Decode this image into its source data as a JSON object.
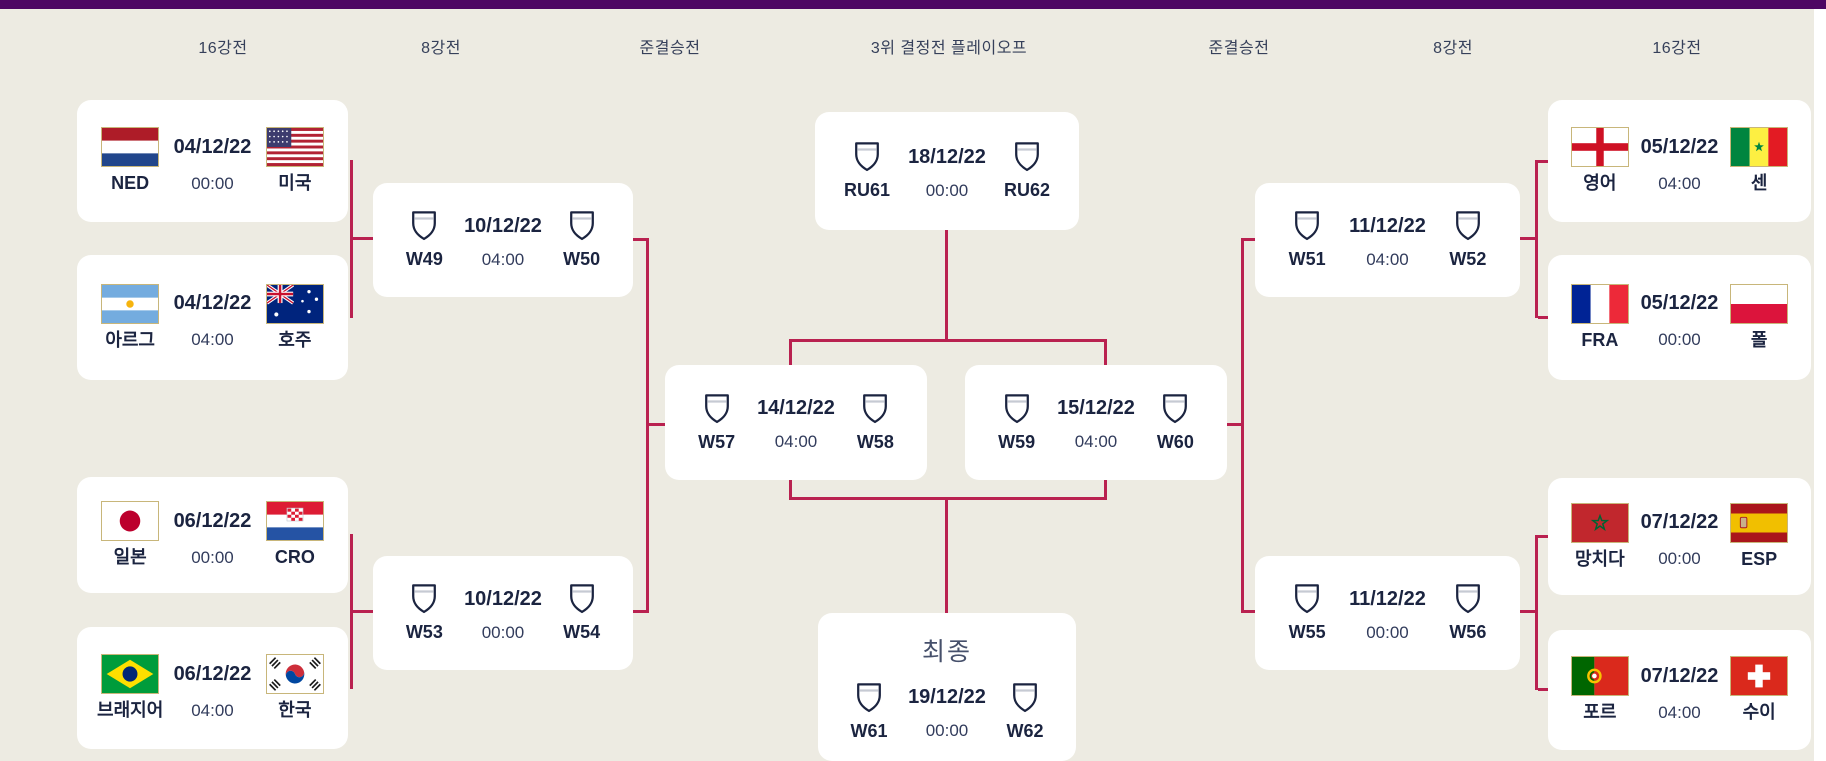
{
  "colors": {
    "bg": "#edebe2",
    "card": "#ffffff",
    "topbar": "#4e0663",
    "connector": "#b92150",
    "navy": "#1b2440",
    "navy_soft": "#323c5c",
    "gold": "#c8b67a",
    "final_title": "#46506b"
  },
  "rounds": [
    "16강전",
    "8강전",
    "준결승전",
    "3위 결정전 플레이오프",
    "준결승전",
    "8강전",
    "16강전"
  ],
  "matches": {
    "l16_1": {
      "date": "04/12/22",
      "time": "00:00",
      "home": {
        "label": "NED",
        "flag": "ned"
      },
      "away": {
        "label": "미국",
        "flag": "usa"
      }
    },
    "l16_2": {
      "date": "04/12/22",
      "time": "04:00",
      "home": {
        "label": "아르그",
        "flag": "arg"
      },
      "away": {
        "label": "호주",
        "flag": "aus"
      }
    },
    "l16_3": {
      "date": "06/12/22",
      "time": "00:00",
      "home": {
        "label": "일본",
        "flag": "jpn"
      },
      "away": {
        "label": "CRO",
        "flag": "cro"
      }
    },
    "l16_4": {
      "date": "06/12/22",
      "time": "04:00",
      "home": {
        "label": "브래지어",
        "flag": "bra"
      },
      "away": {
        "label": "한국",
        "flag": "kor"
      }
    },
    "lqf_1": {
      "date": "10/12/22",
      "time": "04:00",
      "home": {
        "label": "W49",
        "flag": "shield"
      },
      "away": {
        "label": "W50",
        "flag": "shield"
      }
    },
    "lqf_2": {
      "date": "10/12/22",
      "time": "00:00",
      "home": {
        "label": "W53",
        "flag": "shield"
      },
      "away": {
        "label": "W54",
        "flag": "shield"
      }
    },
    "sf1": {
      "date": "14/12/22",
      "time": "04:00",
      "home": {
        "label": "W57",
        "flag": "shield"
      },
      "away": {
        "label": "W58",
        "flag": "shield"
      }
    },
    "sf2": {
      "date": "15/12/22",
      "time": "04:00",
      "home": {
        "label": "W59",
        "flag": "shield"
      },
      "away": {
        "label": "W60",
        "flag": "shield"
      }
    },
    "third": {
      "date": "18/12/22",
      "time": "00:00",
      "home": {
        "label": "RU61",
        "flag": "shield"
      },
      "away": {
        "label": "RU62",
        "flag": "shield"
      }
    },
    "final": {
      "title": "최종",
      "date": "19/12/22",
      "time": "00:00",
      "home": {
        "label": "W61",
        "flag": "shield"
      },
      "away": {
        "label": "W62",
        "flag": "shield"
      }
    },
    "rqf_1": {
      "date": "11/12/22",
      "time": "04:00",
      "home": {
        "label": "W51",
        "flag": "shield"
      },
      "away": {
        "label": "W52",
        "flag": "shield"
      }
    },
    "rqf_2": {
      "date": "11/12/22",
      "time": "00:00",
      "home": {
        "label": "W55",
        "flag": "shield"
      },
      "away": {
        "label": "W56",
        "flag": "shield"
      }
    },
    "r16_1": {
      "date": "05/12/22",
      "time": "04:00",
      "home": {
        "label": "영어",
        "flag": "eng"
      },
      "away": {
        "label": "센",
        "flag": "sen"
      }
    },
    "r16_2": {
      "date": "05/12/22",
      "time": "00:00",
      "home": {
        "label": "FRA",
        "flag": "fra"
      },
      "away": {
        "label": "폴",
        "flag": "pol"
      }
    },
    "r16_3": {
      "date": "07/12/22",
      "time": "00:00",
      "home": {
        "label": "망치다",
        "flag": "mar"
      },
      "away": {
        "label": "ESP",
        "flag": "esp"
      }
    },
    "r16_4": {
      "date": "07/12/22",
      "time": "04:00",
      "home": {
        "label": "포르",
        "flag": "por"
      },
      "away": {
        "label": "수이",
        "flag": "sui"
      }
    }
  }
}
